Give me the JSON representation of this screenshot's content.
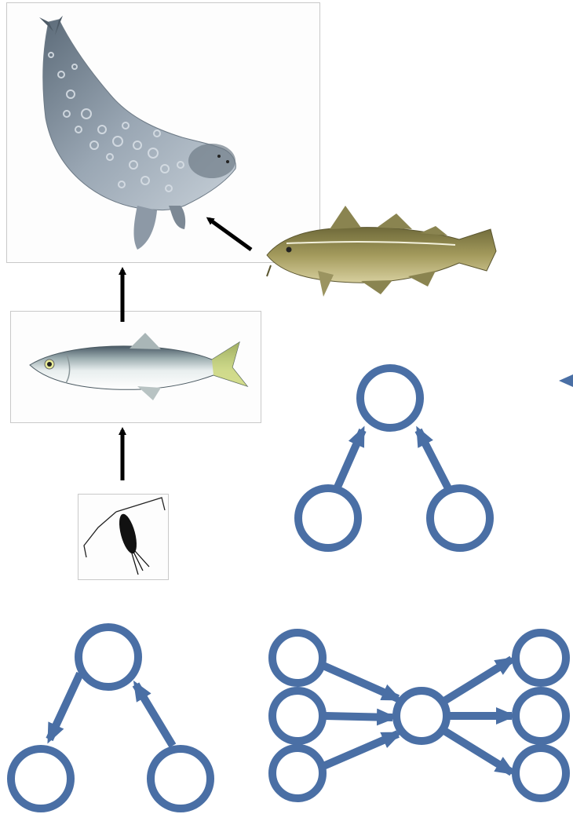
{
  "food_chain": {
    "organisms": [
      {
        "name": "ringed-seal",
        "icon": "seal-illustration"
      },
      {
        "name": "cod",
        "icon": "cod-illustration"
      },
      {
        "name": "herring",
        "icon": "herring-illustration"
      },
      {
        "name": "copepod",
        "icon": "copepod-illustration"
      }
    ]
  },
  "motifs": [
    {
      "name": "convergent-motif"
    },
    {
      "name": "divergent-omnivory-motif"
    },
    {
      "name": "hub-motif"
    }
  ],
  "colors": {
    "node_stroke": "#4a6fa5",
    "edge": "#4a6fa5",
    "chain_arrow": "#000000",
    "panel_border": "#c9c9c9"
  }
}
